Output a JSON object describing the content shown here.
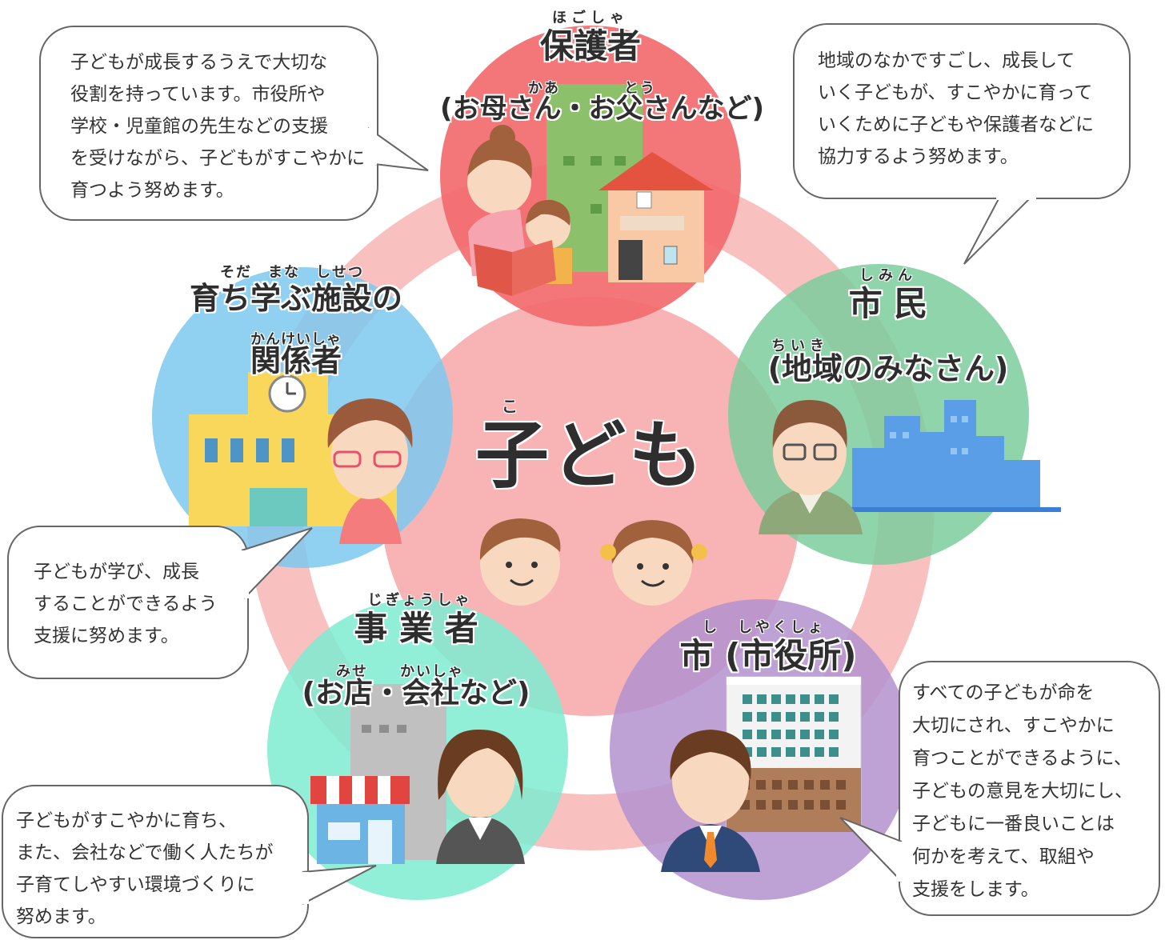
{
  "center": {
    "ruby": "こ",
    "label": "子ども"
  },
  "roles": {
    "guardian": {
      "ruby": "ほごしゃ",
      "title": "保護者",
      "ruby2": "かあ　　　　とう",
      "subtitle": "(お母さん・お父さんなど)"
    },
    "citizen": {
      "ruby": "しみん",
      "title": "市 民",
      "ruby2": "ちいき",
      "subtitle": "(地域のみなさん)"
    },
    "facility": {
      "ruby": "そだ　まな　しせつ",
      "title": "育ち学ぶ施設の",
      "ruby2": "かんけいしゃ",
      "subtitle": "関係者"
    },
    "business": {
      "ruby": "じぎょうしゃ",
      "title": "事 業 者",
      "ruby2": "みせ　　かいしゃ",
      "subtitle": "(お店・会社など)"
    },
    "city": {
      "ruby": "し　しやくしょ",
      "title": "市 (市役所)"
    }
  },
  "bubbles": {
    "guardian": [
      "子どもが成長するうえで大切な",
      "役割を持っています。市役所や",
      "学校・児童館の先生などの支援",
      "を受けながら、子どもがすこやかに",
      "育つよう努めます。"
    ],
    "citizen": [
      "地域のなかですごし、成長して",
      "いく子どもが、すこやかに育って",
      "いくために子どもや保護者などに",
      "協力するよう努めます。"
    ],
    "facility": [
      "子どもが学び、成長",
      "することができるよう",
      "支援に努めます。"
    ],
    "business": [
      "子どもがすこやかに育ち、",
      "また、会社などで働く人たちが",
      "子育てしやすい環境づくりに",
      "努めます。"
    ],
    "city": [
      "すべての子どもが命を",
      "大切にされ、すこやかに",
      "育つことができるように、",
      "子どもの意見を大切にし、",
      "子どもに一番良いことは",
      "何かを考えて、取組や",
      "支援をします。"
    ]
  },
  "colors": {
    "ring": "#f9b9b9",
    "center": "#f8aeb0",
    "guardian": "#f26a6e",
    "citizen": "#7ccc9c",
    "facility": "#7cc8ee",
    "business": "#7eebd0",
    "city": "#b392cf"
  },
  "icons": [
    "mother-child-house-illustration",
    "man-city-illustration",
    "school-teacher-illustration",
    "shop-woman-illustration",
    "city-hall-man-illustration",
    "children-faces-illustration"
  ]
}
